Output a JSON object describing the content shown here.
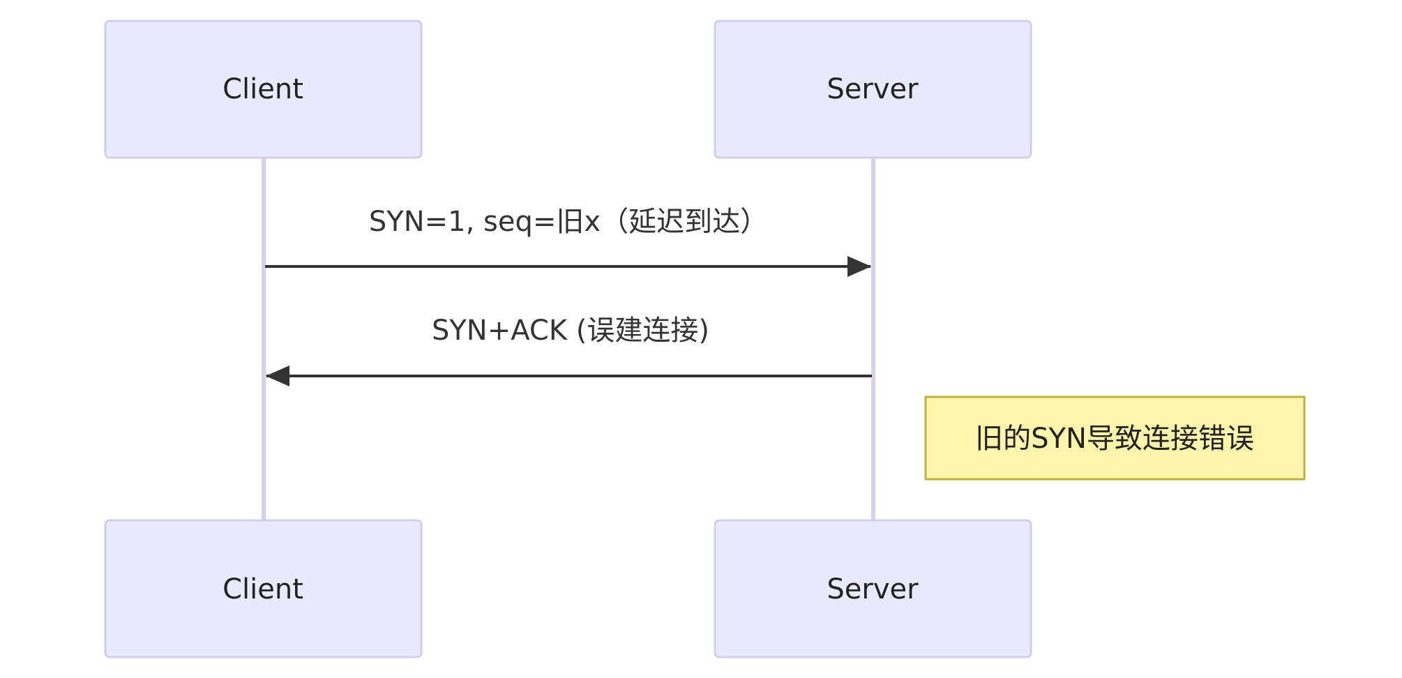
{
  "diagram": {
    "type": "sequence",
    "participants": [
      {
        "id": "client",
        "label": "Client"
      },
      {
        "id": "server",
        "label": "Server"
      }
    ],
    "messages": [
      {
        "from": "client",
        "to": "server",
        "label": "SYN=1, seq=旧x（延迟到达）"
      },
      {
        "from": "server",
        "to": "client",
        "label": "SYN+ACK (误建连接)"
      }
    ],
    "note": {
      "over": "server",
      "placement": "right-of",
      "text": "旧的SYN导致连接错误"
    },
    "colors": {
      "actor_fill": "#eaeaff",
      "actor_stroke": "#d4cbf0",
      "lifeline": "#d8d0ec",
      "message_line": "#333333",
      "note_fill": "#fff5ad",
      "note_stroke": "#b9b33d"
    }
  }
}
